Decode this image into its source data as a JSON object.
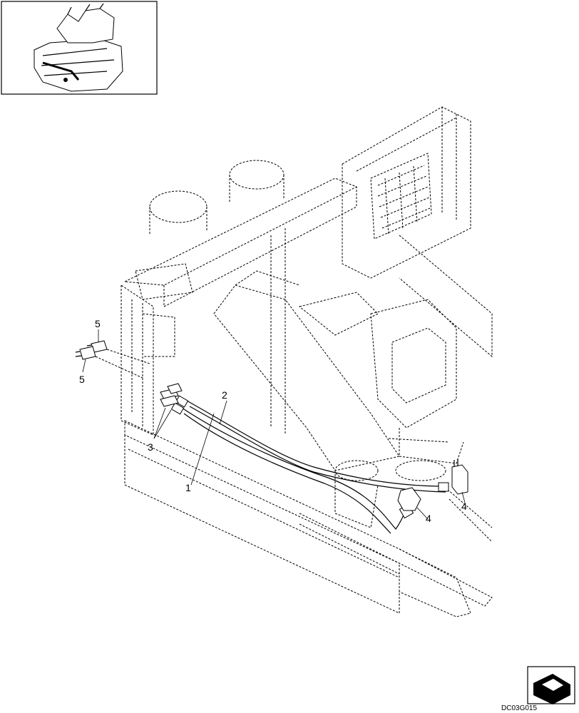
{
  "callouts": {
    "c1": "1",
    "c2": "2",
    "c3": "3",
    "c4a": "4",
    "c4b": "4",
    "c5a": "5",
    "c5b": "5"
  },
  "figure_code": "DC03G015",
  "icons": {
    "thumbnail": "machine-overview-thumbnail",
    "navigation": "next-page-arrow-icon"
  }
}
